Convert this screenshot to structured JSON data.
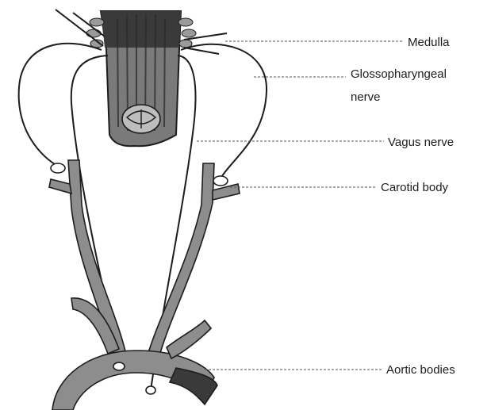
{
  "labels": {
    "medulla": "Medulla",
    "glossopharyngeal_line1": "Glossopharyngeal",
    "glossopharyngeal_line2": "nerve",
    "vagus": "Vagus nerve",
    "carotid_body": "Carotid body",
    "aortic_bodies": "Aortic bodies"
  },
  "colors": {
    "ink": "#1c1c1c",
    "vessel_fill": "#8d8d8d",
    "medulla_fill": "#7a7a7a",
    "medulla_dark": "#3a3a3a",
    "leader_line": "#555555",
    "background": "#ffffff"
  }
}
